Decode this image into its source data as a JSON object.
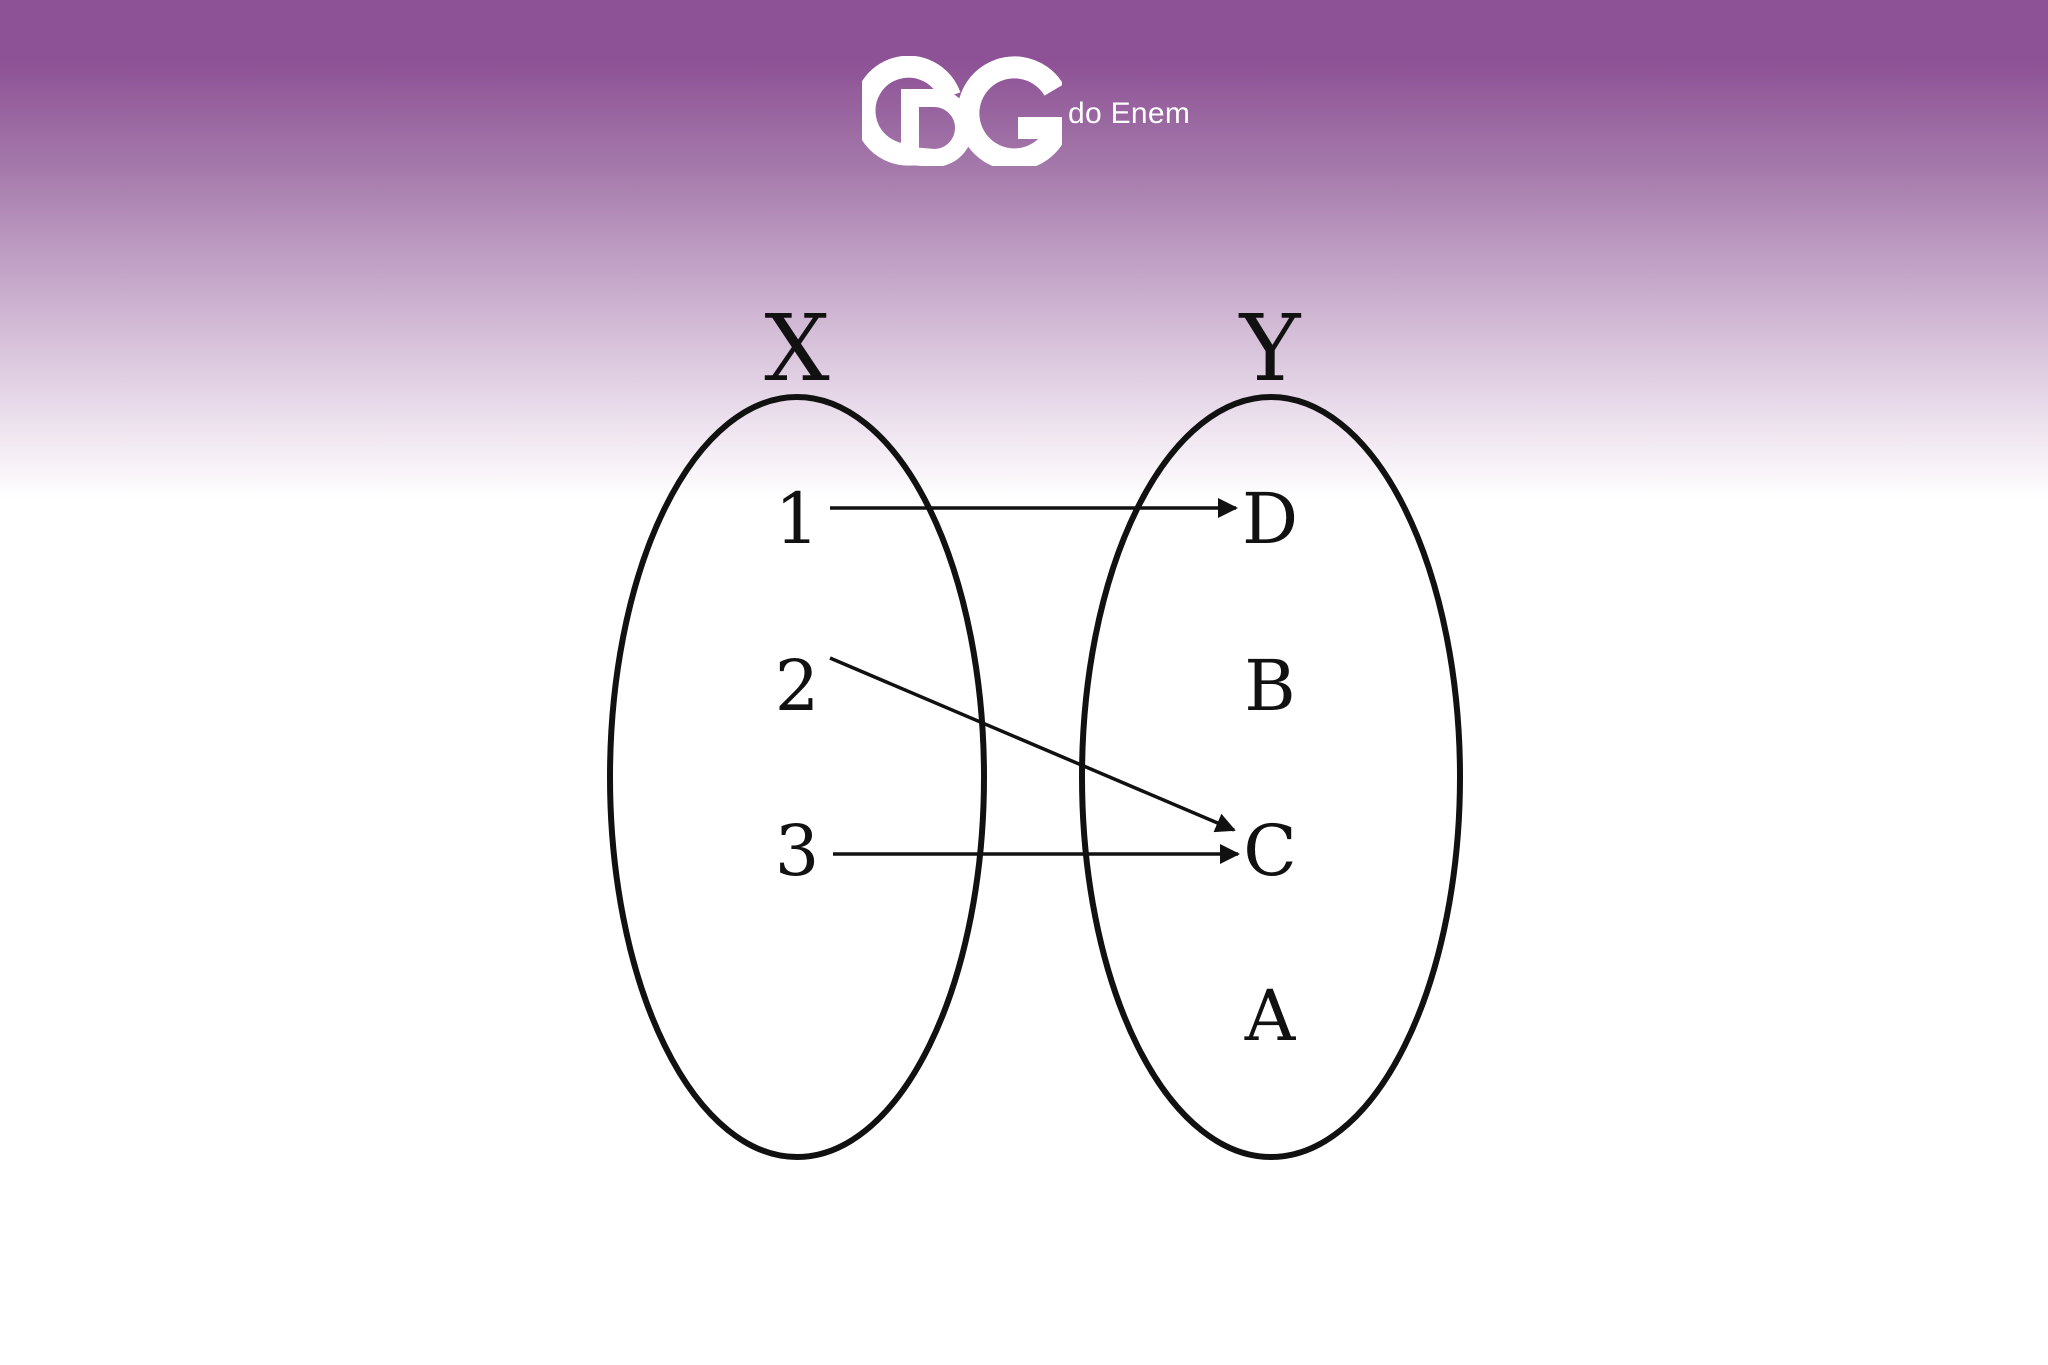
{
  "brand": {
    "logo_icon": "qg-logo-icon",
    "logo_text": "do Enem",
    "logo_color": "#ffffff"
  },
  "header": {
    "gradient_color": "#8d5195"
  },
  "diagram": {
    "set_x": {
      "label": "X",
      "elements": [
        "1",
        "2",
        "3"
      ]
    },
    "set_y": {
      "label": "Y",
      "elements": [
        "D",
        "B",
        "C",
        "A"
      ]
    },
    "mappings": [
      {
        "from": "1",
        "to": "D"
      },
      {
        "from": "2",
        "to": "C"
      },
      {
        "from": "3",
        "to": "C"
      }
    ],
    "stroke_color": "#111111"
  }
}
